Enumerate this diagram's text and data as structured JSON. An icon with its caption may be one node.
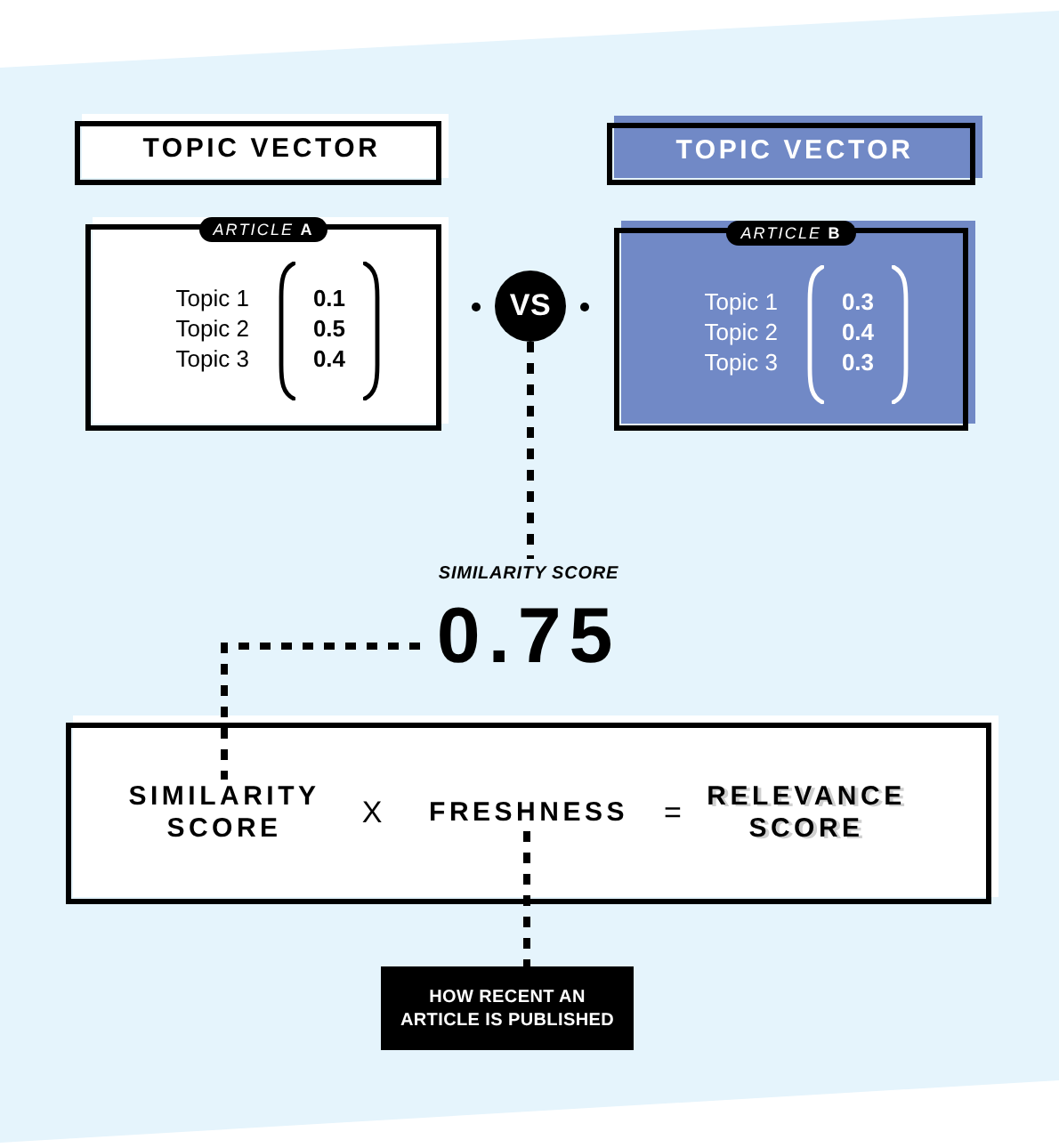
{
  "diagram": {
    "nodes": [
      {
        "text": [
          "TOPIC VECTOR"
        ]
      },
      {
        "text": [
          "TOPIC VECTOR"
        ]
      },
      {
        "text": [
          "*ARTICLE* **A**",
          "Topic 1",
          "0.1",
          "Topic 2",
          "0.5",
          "Topic 3",
          "0.4"
        ]
      },
      {
        "text": [
          "VS"
        ]
      },
      {
        "text": [
          "*ARTICLE* **B**",
          "Topic 1",
          "0.3",
          "Topic 2",
          "0.4",
          "Topic 3",
          "0.3"
        ]
      },
      {
        "text": [
          "SIMILARITY SCORE",
          "0.75"
        ]
      },
      {
        "text": [],
        "shape": "box"
      },
      {
        "text": [
          "SIMILARITY SCORE"
        ],
        "in": 6
      },
      {
        "text": [
          "FRESHNESS"
        ],
        "in": 6
      },
      {
        "text": [
          "RELEVANCE SCORE"
        ],
        "in": 6
      },
      {
        "text": [
          "HOW RECENT AN ARTICLE IS PUBLISHED"
        ]
      }
    ],
    "edges": [
      {
        "from": 3,
        "to": 5,
        "arrow": "none",
        "style": "dashed"
      },
      {
        "from": 5,
        "to": 7,
        "arrow": "none",
        "style": "dashed"
      },
      {
        "from": 8,
        "to": 10,
        "arrow": "none",
        "style": "dashed"
      }
    ],
    "labels": [
      "X",
      "="
    ]
  }
}
